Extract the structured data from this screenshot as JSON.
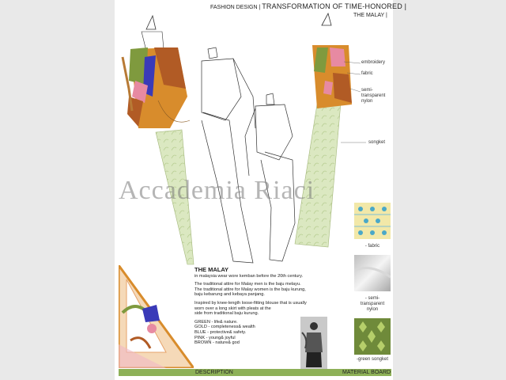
{
  "header": {
    "section": "FASHION DESIGN |",
    "title": "TRANSFORMATION OF TIME-HONORED |",
    "subtitle": "THE MALAY |"
  },
  "watermark": "Accademia Riaci",
  "callouts": {
    "embroidery": "embroidery",
    "fabric": "fabric",
    "semi_1": "semi-",
    "semi_2": "transparent",
    "semi_3": "nylon",
    "songket": "songket"
  },
  "description": {
    "title": "THE MALAY",
    "lines": [
      "in malaysia wear wore kemban before the 20th century.",
      "The traditional attire for Malay men is the baju melayu.",
      "The traditional attire for Malay women is the baju kurung,",
      "baju kebarung and kebaya panjang.",
      "Inspired by knee-length loose-fitting blouse that is usually",
      "worn over a long skirt with pleats at the",
      "side from traditional baju kurung."
    ],
    "colors": [
      "GREEN -  life& nature.",
      "GOLD - completeness& wealth",
      "BLUE - protective& safety.",
      "PINK - young& joyful",
      "BROWN - nature& god"
    ]
  },
  "materials": {
    "fabric": "- fabric",
    "semi_1": "- semi-",
    "semi_2": "transparent",
    "semi_3": "nylon",
    "songket": "-green songket"
  },
  "footer": {
    "left": "DESCRIPTION",
    "right": "MATERIAL BOARD"
  },
  "colors": {
    "green": "#7f9a3e",
    "gold": "#d88c2c",
    "blue": "#3a3ab8",
    "pink": "#e78aa2",
    "brown": "#b15b25",
    "songket": "#dbe8c1",
    "bar": "#8eb158"
  }
}
